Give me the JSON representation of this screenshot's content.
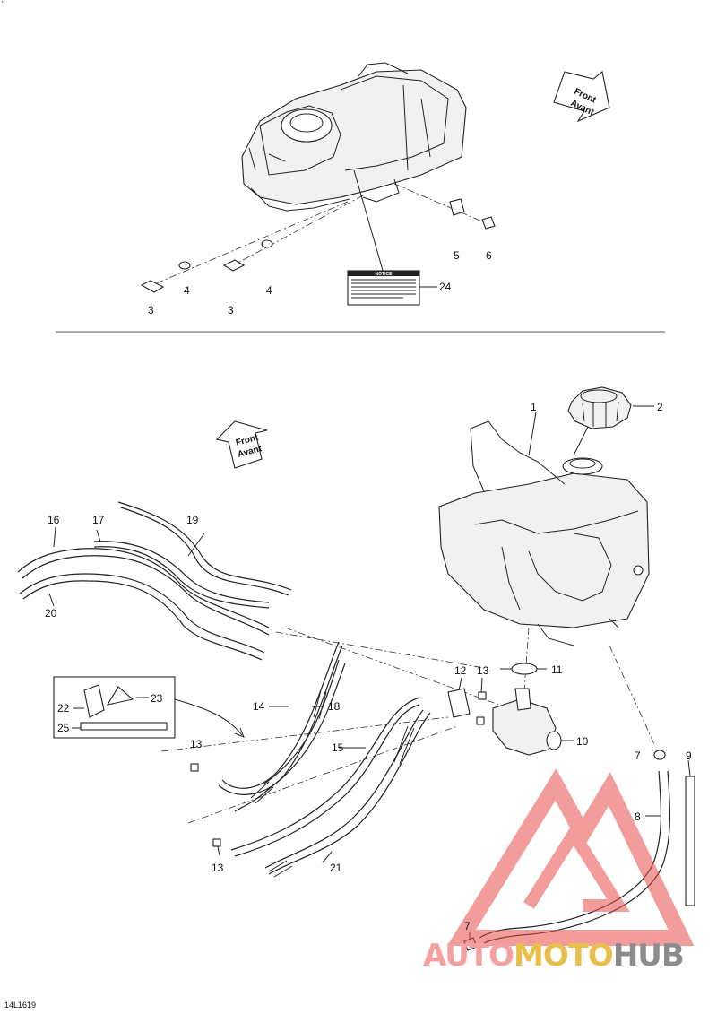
{
  "top_mark": "'",
  "figure_id": "14L1619",
  "arrows": {
    "top": {
      "line1": "Front",
      "line2": "Avant"
    },
    "mid": {
      "line1": "Front",
      "line2": "Avant"
    }
  },
  "notice_label": {
    "title": "NOTICE"
  },
  "callouts": {
    "c1": "1",
    "c2": "2",
    "c3a": "3",
    "c3b": "3",
    "c4a": "4",
    "c4b": "4",
    "c5": "5",
    "c6": "6",
    "c7a": "7",
    "c7b": "7",
    "c8": "8",
    "c9": "9",
    "c10": "10",
    "c11": "11",
    "c12": "12",
    "c13a": "13",
    "c13b": "13",
    "c13c": "13",
    "c14": "14",
    "c15": "15",
    "c16": "16",
    "c17": "17",
    "c18": "18",
    "c19": "19",
    "c20": "20",
    "c21": "21",
    "c22": "22",
    "c23": "23",
    "c24": "24",
    "c25": "25"
  },
  "watermark": {
    "part1": "AUTO",
    "part2": "MOTO",
    "part3": "HUB"
  },
  "colors": {
    "watermark_red": "#e84c4c",
    "watermark_yellow": "#e7bf4a",
    "watermark_gray": "#8c8c8c"
  }
}
